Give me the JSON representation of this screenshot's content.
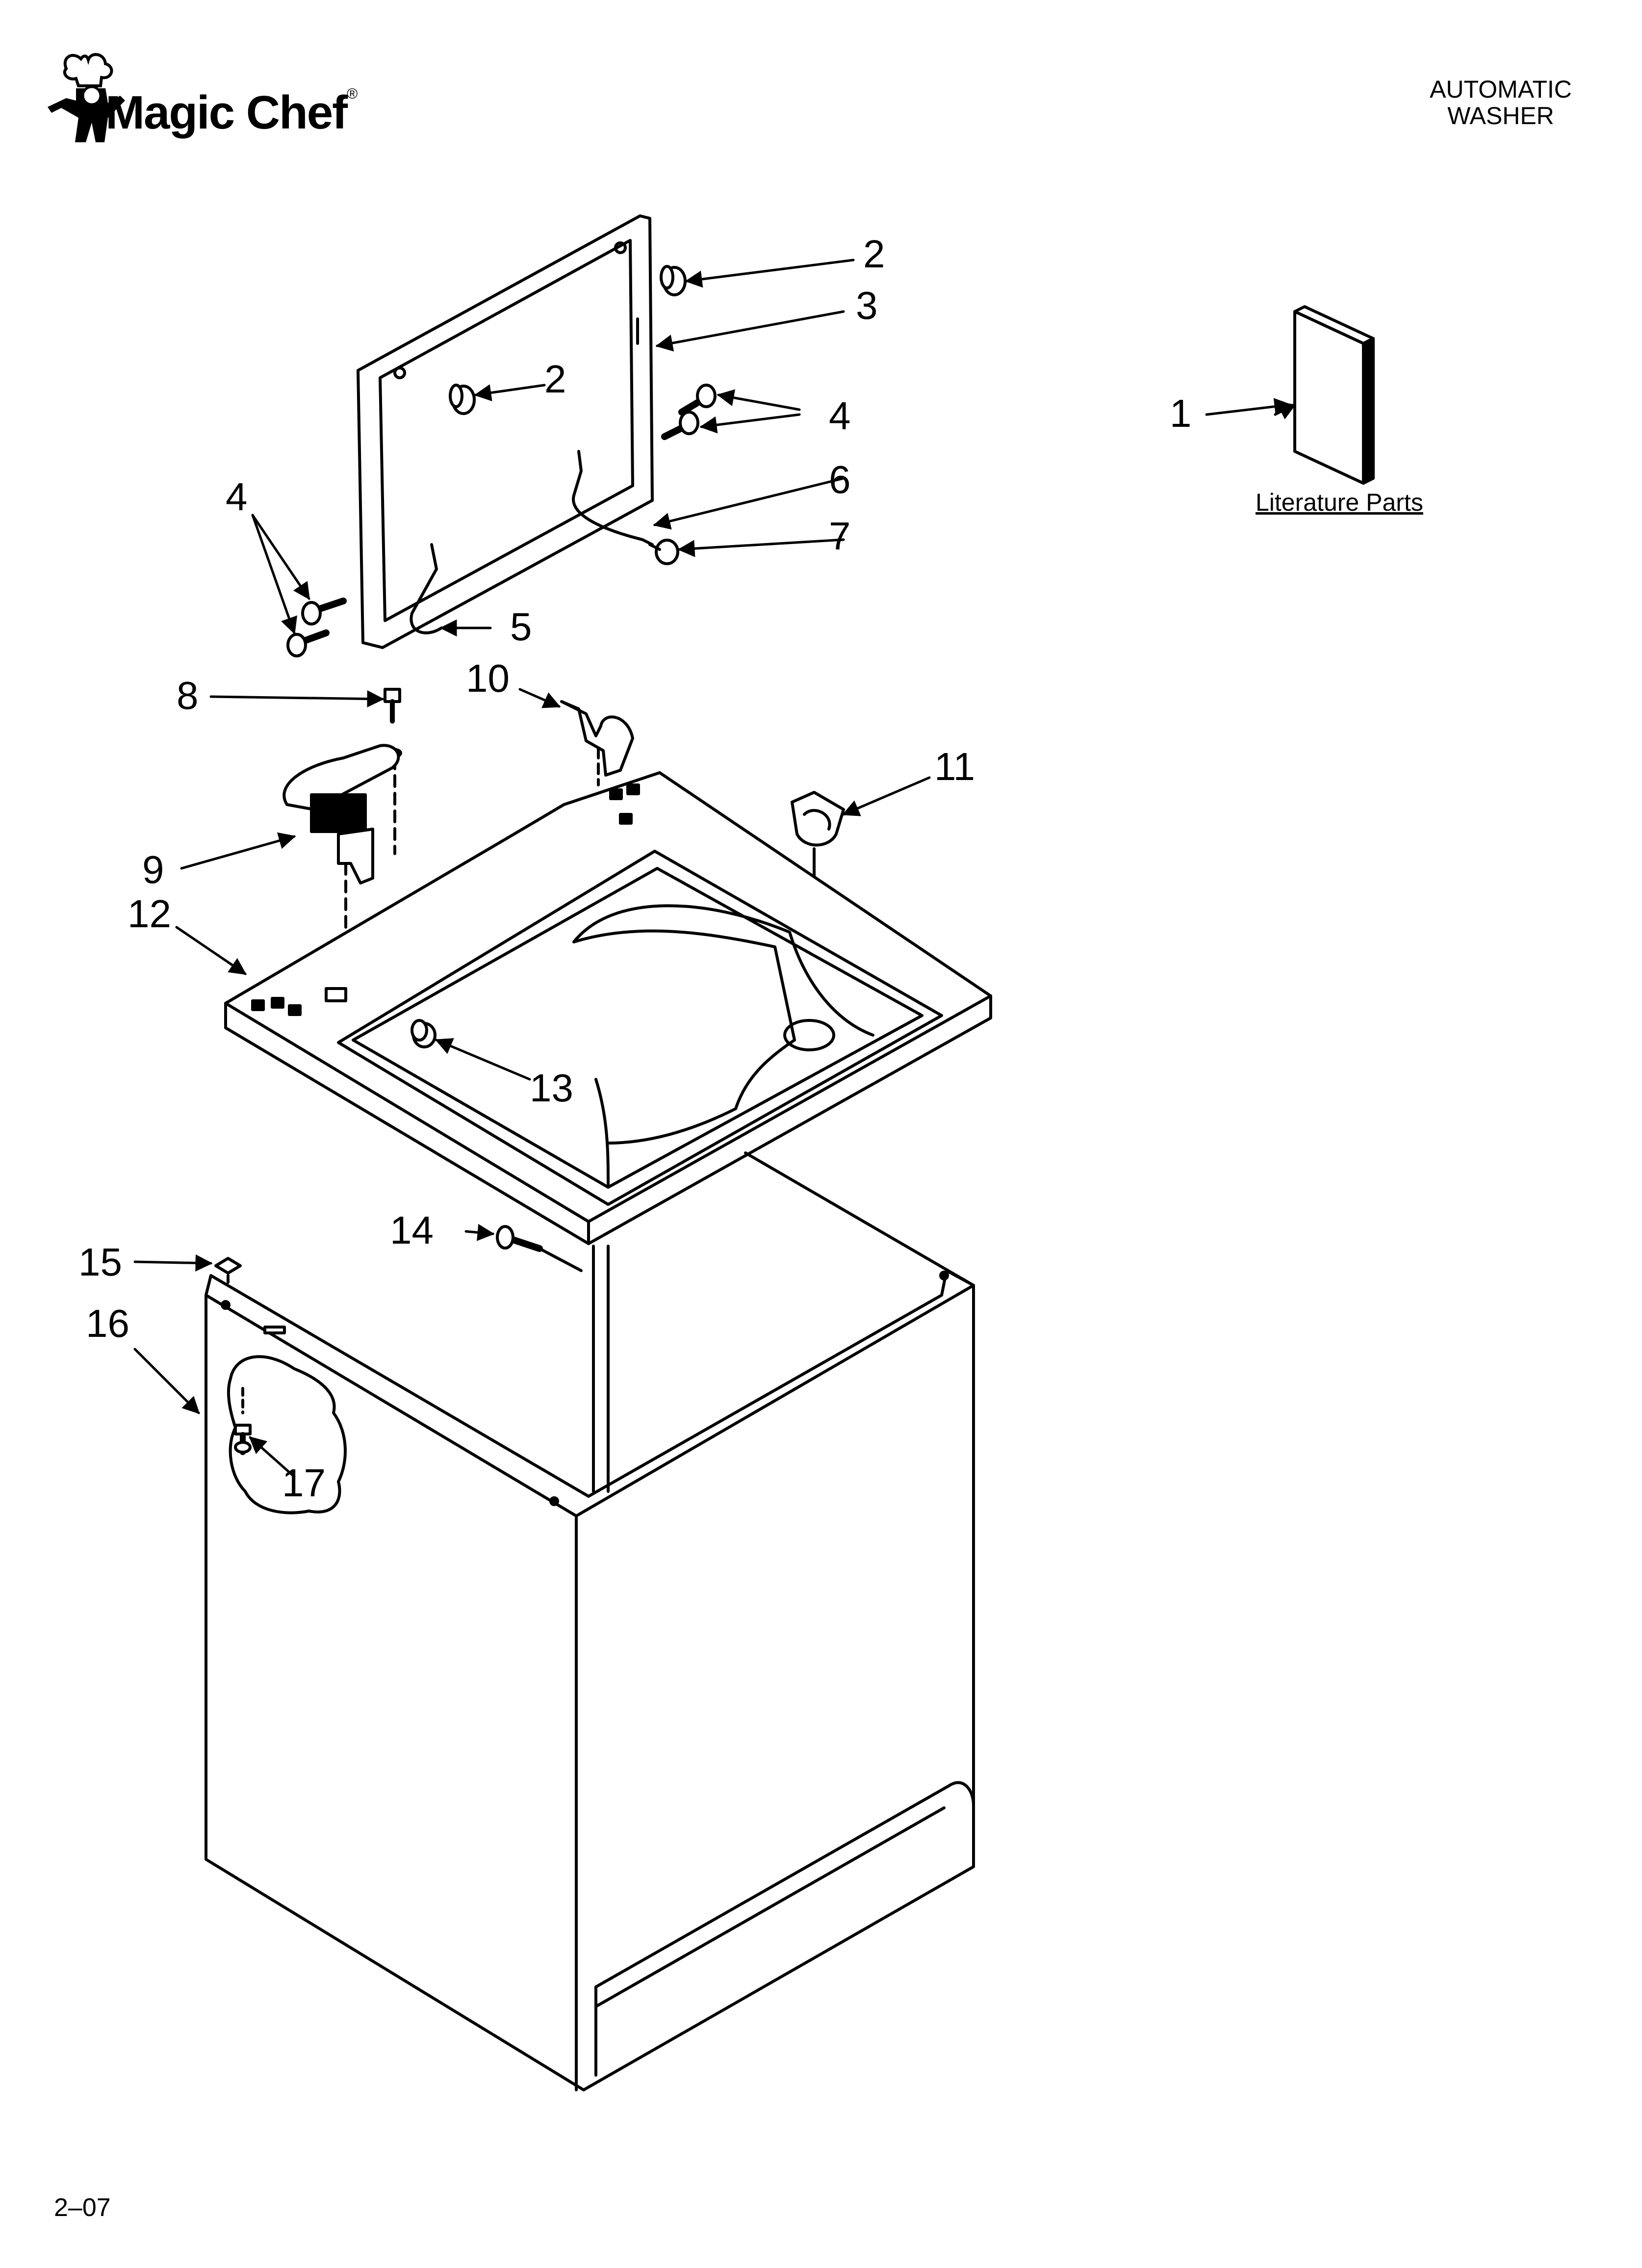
{
  "header": {
    "brand": "Magic Chef",
    "registered_mark": "®",
    "title_line1": "AUTOMATIC",
    "title_line2": "WASHER"
  },
  "literature": {
    "label": "Literature Parts"
  },
  "footer": {
    "code": "2–07"
  },
  "callouts": [
    {
      "id": "c1",
      "label": "1"
    },
    {
      "id": "c2a",
      "label": "2"
    },
    {
      "id": "c2b",
      "label": "2"
    },
    {
      "id": "c3",
      "label": "3"
    },
    {
      "id": "c4a",
      "label": "4"
    },
    {
      "id": "c4b",
      "label": "4"
    },
    {
      "id": "c5",
      "label": "5"
    },
    {
      "id": "c6",
      "label": "6"
    },
    {
      "id": "c7",
      "label": "7"
    },
    {
      "id": "c8",
      "label": "8"
    },
    {
      "id": "c9",
      "label": "9"
    },
    {
      "id": "c10",
      "label": "10"
    },
    {
      "id": "c11",
      "label": "11"
    },
    {
      "id": "c12",
      "label": "12"
    },
    {
      "id": "c13",
      "label": "13"
    },
    {
      "id": "c14",
      "label": "14"
    },
    {
      "id": "c15",
      "label": "15"
    },
    {
      "id": "c16",
      "label": "16"
    },
    {
      "id": "c17",
      "label": "17"
    }
  ]
}
